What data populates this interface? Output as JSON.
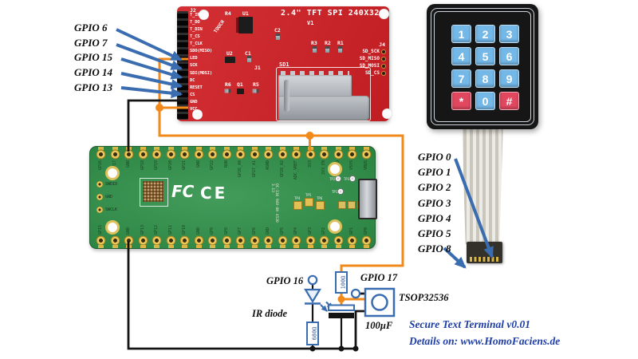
{
  "diagram": {
    "caption_title": "Secure Text Terminal v0.01",
    "caption_details": "Details on: www.HomoFaciens.de"
  },
  "colors": {
    "wire_orange": "#f18a1b",
    "wire_black": "#141414",
    "arrow_blue": "#3a6cb0",
    "tft_red": "#d02025",
    "pico_green": "#2e9148",
    "key_blue": "#74b8e8",
    "key_red": "#e1475f",
    "caption_blue": "#1e3da5"
  },
  "left_gpio_labels": [
    "GPIO 6",
    "GPIO 7",
    "GPIO 15",
    "GPIO 14",
    "GPIO 13"
  ],
  "right_gpio_labels": [
    "GPIO 0",
    "GPIO 1",
    "GPIO 2",
    "GPIO 3",
    "GPIO 4",
    "GPIO 5",
    "GPIO 8"
  ],
  "tft": {
    "title": "2.4\" TFT SPI 240X320",
    "version": "V1",
    "connector_left_label": "J2",
    "connector_right_label": "J4",
    "touch_label": "TOUCH",
    "sd_slot_label": "SD1",
    "left_pins": [
      "T_IRQ",
      "T_DO",
      "T_DIN",
      "T_CS",
      "T_CLK",
      "SDO(MISO)",
      "LED",
      "SCK",
      "SDI(MOSI)",
      "DC",
      "RESET",
      "CS",
      "GND",
      "VCC"
    ],
    "right_pins": [
      "SD_SCK",
      "SD_MISO",
      "SD_MOSI",
      "SD_CS"
    ],
    "refs": {
      "r4": "R4",
      "u1": "U1",
      "c2": "C2",
      "r3": "R3",
      "r2": "R2",
      "r1": "R1",
      "u2": "U2",
      "c1": "C1",
      "j1": "J1",
      "r6": "R6",
      "q1": "Q1",
      "r5": "R5"
    }
  },
  "pico": {
    "top_pins": [
      "GP16",
      "GP17",
      "GND",
      "GP18",
      "GP19",
      "GP20",
      "GP21",
      "GND",
      "GP22",
      "RUN",
      "GP26_A0",
      "GP27_A1",
      "AGND",
      "GP28_A2",
      "ADC_VREF",
      "3V3",
      "3V3_EN",
      "GND",
      "VSYS",
      "VBUS"
    ],
    "bottom_pins": [
      "GP15",
      "GP14",
      "GND",
      "GP13",
      "GP12",
      "GP11",
      "GP10",
      "GND",
      "GP9",
      "GP8",
      "GP7",
      "GP6",
      "GND",
      "GP5",
      "GP4",
      "GP3",
      "GP2",
      "GND",
      "GP1",
      "GP0"
    ],
    "debug_pins": [
      "SWDIO",
      "GND",
      "SWCLK"
    ],
    "fcc_mark": "FC",
    "ce_mark": "CE",
    "chip_marking": "QC-136 94V-0H 4520 3.13",
    "test_points": [
      "TP1",
      "TP2",
      "TP3",
      "TP4",
      "TP5",
      "TP6"
    ]
  },
  "keypad": {
    "keys": [
      "1",
      "2",
      "3",
      "4",
      "5",
      "6",
      "7",
      "8",
      "9",
      "*",
      "0",
      "#"
    ]
  },
  "circuit": {
    "ir_gpio_label": "GPIO 16",
    "ir_diode_label": "IR diode",
    "ir_resistor_value": "680Ω",
    "filter_resistor_value": "100Ω",
    "receiver_gpio_label": "GPIO 17",
    "receiver_label": "TSOP32536",
    "capacitor_value": "100µF"
  }
}
